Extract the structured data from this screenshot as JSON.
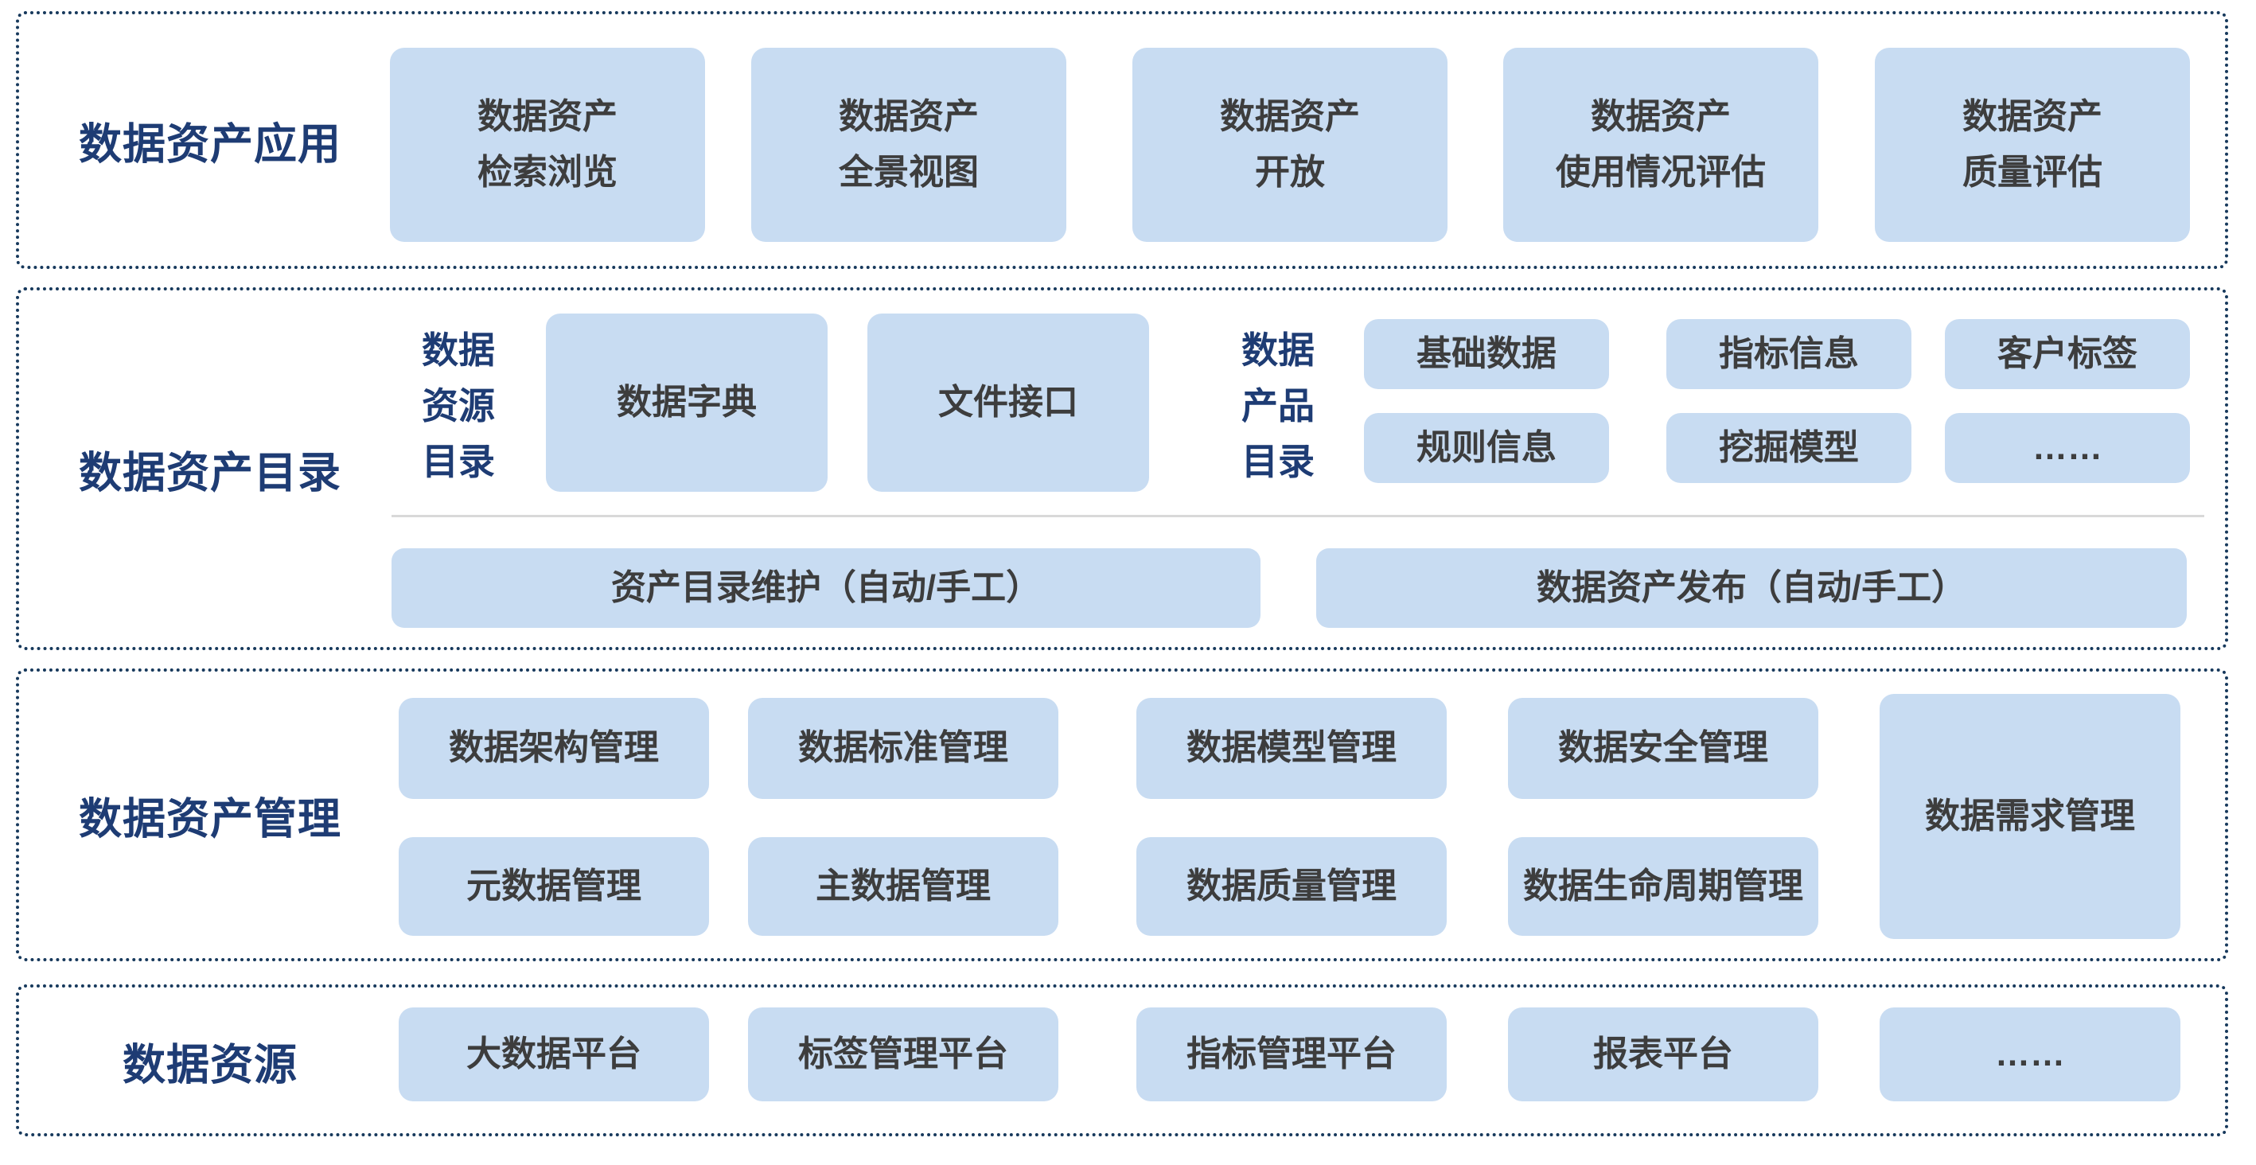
{
  "colors": {
    "section_border": "#17395C",
    "section_label": "#1E3C74",
    "box_fill": "#C8DCF2",
    "box_text": "#3D3D3D",
    "divider": "#D9D9D9",
    "background": "#FFFFFF"
  },
  "sections": {
    "application": {
      "label": "数据资产应用",
      "boxes": [
        "数据资产\n检索浏览",
        "数据资产\n全景视图",
        "数据资产\n开放",
        "数据资产\n使用情况评估",
        "数据资产\n质量评估"
      ]
    },
    "catalog": {
      "label": "数据资产目录",
      "resource_group": {
        "label": "数据\n资源\n目录",
        "boxes": [
          "数据字典",
          "文件接口"
        ]
      },
      "product_group": {
        "label": "数据\n产品\n目录",
        "boxes": [
          "基础数据",
          "指标信息",
          "客户标签",
          "规则信息",
          "挖掘模型",
          "……"
        ]
      },
      "maintain_label": "资产目录维护（自动/手工）",
      "publish_label": "数据资产发布（自动/手工）"
    },
    "management": {
      "label": "数据资产管理",
      "row1": [
        "数据架构管理",
        "数据标准管理",
        "数据模型管理",
        "数据安全管理"
      ],
      "row2": [
        "元数据管理",
        "主数据管理",
        "数据质量管理",
        "数据生命周期管理"
      ],
      "tall_box": "数据需求管理"
    },
    "resource": {
      "label": "数据资源",
      "boxes": [
        "大数据平台",
        "标签管理平台",
        "指标管理平台",
        "报表平台",
        "……"
      ]
    }
  }
}
